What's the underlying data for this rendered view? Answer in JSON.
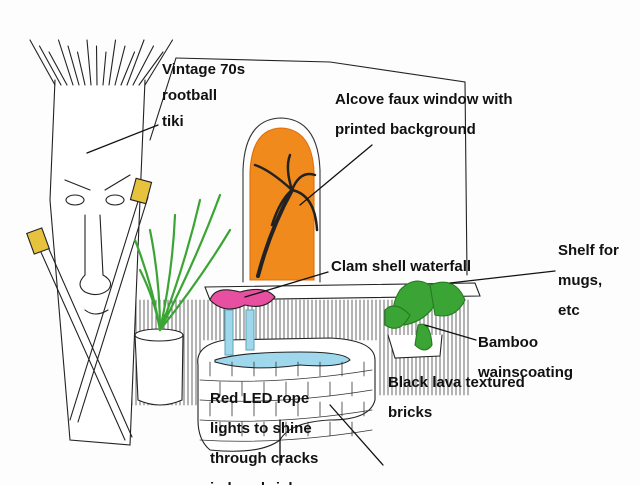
{
  "labels": {
    "tiki": [
      "Vintage 70s",
      "rootball",
      "tiki"
    ],
    "window": [
      "Alcove faux window with",
      "printed background"
    ],
    "waterfall": [
      "Clam shell waterfall"
    ],
    "shelf": [
      "Shelf for",
      "mugs,",
      "etc"
    ],
    "bamboo": [
      "Bamboo",
      "wainscoating"
    ],
    "led": [
      "Red LED rope",
      "lights to shine",
      "through cracks",
      "in lava bricks"
    ],
    "bricks": [
      "Black lava textured",
      "bricks"
    ]
  },
  "colors": {
    "window_orange": "#f08a1c",
    "clam_pink": "#e84fa0",
    "water_blue": "#9fd8ec",
    "plant_green": "#3aa534",
    "torch_yellow": "#e7c23c"
  }
}
